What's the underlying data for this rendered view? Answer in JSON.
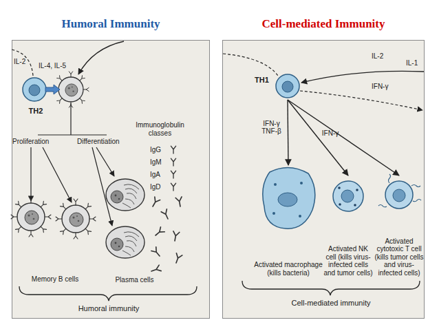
{
  "diagram": {
    "nodes": [
      {
        "text": [
          "Humoral Immunity"
        ]
      },
      {
        "text": [
          "TH2"
        ],
        "in": 0
      },
      {
        "text": [
          "Memory B cells"
        ],
        "in": 0
      },
      {
        "text": [
          "Plasma cells"
        ],
        "in": 0
      },
      {
        "text": [
          "Cell-mediated Immunity"
        ]
      },
      {
        "text": [
          "TH1"
        ],
        "in": 4
      },
      {
        "text": [
          "Activated macrophage (kills bacteria)"
        ],
        "in": 4
      },
      {
        "text": [
          "Activated NK cell (kills virus-infected cells and tumor cells)"
        ],
        "in": 4
      },
      {
        "text": [
          "Activated cytotoxic T cell (kills tumor cells and virus-infected cells)"
        ],
        "in": 4
      }
    ],
    "edges": [
      {
        "from": 5,
        "to": 6,
        "arrow": "to",
        "label": "IFN-γ TNF-β"
      },
      {
        "from": 5,
        "to": 7,
        "arrow": "to",
        "label": "IFN-γ"
      },
      {
        "from": 5,
        "to": 8,
        "arrow": "to"
      }
    ],
    "labels": [
      "IL-2",
      "IL-4, IL-5",
      "Proliferation",
      "Differentiation",
      "Immunoglobulin classes",
      "IgG",
      "IgM",
      "IgA",
      "IgD",
      "Humoral immunity",
      "IL-2",
      "IL-1",
      "IFN-γ",
      "Cell-mediated immunity"
    ]
  }
}
